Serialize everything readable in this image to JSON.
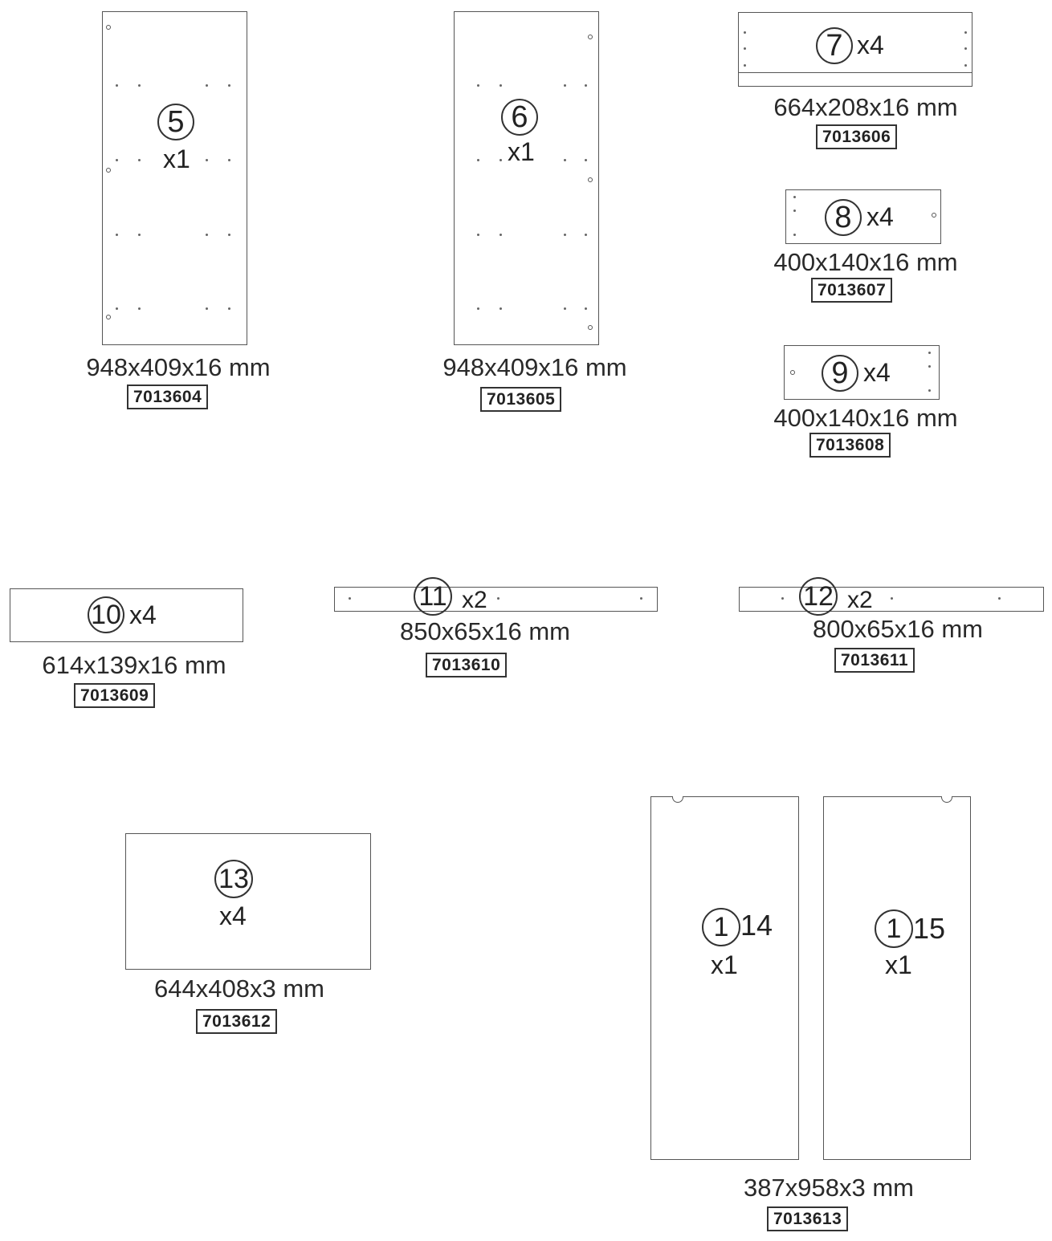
{
  "parts": [
    {
      "id": "p5",
      "number": "5",
      "qty": "x1",
      "dims": "948x409x16 mm",
      "code": "7013604"
    },
    {
      "id": "p6",
      "number": "6",
      "qty": "x1",
      "dims": "948x409x16 mm",
      "code": "7013605"
    },
    {
      "id": "p7",
      "number": "7",
      "qty": "x4",
      "dims": "664x208x16 mm",
      "code": "7013606"
    },
    {
      "id": "p8",
      "number": "8",
      "qty": "x4",
      "dims": "400x140x16 mm",
      "code": "7013607"
    },
    {
      "id": "p9",
      "number": "9",
      "qty": "x4",
      "dims": "400x140x16 mm",
      "code": "7013608"
    },
    {
      "id": "p10",
      "number": "10",
      "qty": "x4",
      "dims": "614x139x16 mm",
      "code": "7013609"
    },
    {
      "id": "p11",
      "number": "11",
      "qty": "x2",
      "dims": "850x65x16 mm",
      "code": "7013610"
    },
    {
      "id": "p12",
      "number": "12",
      "qty": "x2",
      "dims": "800x65x16 mm",
      "code": "7013611"
    },
    {
      "id": "p13",
      "number": "13",
      "qty": "x4",
      "dims": "644x408x3 mm",
      "code": "7013612"
    },
    {
      "id": "p14",
      "number": "1",
      "number_suffix": "14",
      "qty": "x1"
    },
    {
      "id": "p15",
      "number": "1",
      "number_suffix": "15",
      "qty": "x1"
    }
  ],
  "shared_label": {
    "dims": "387x958x3 mm",
    "code": "7013613"
  }
}
